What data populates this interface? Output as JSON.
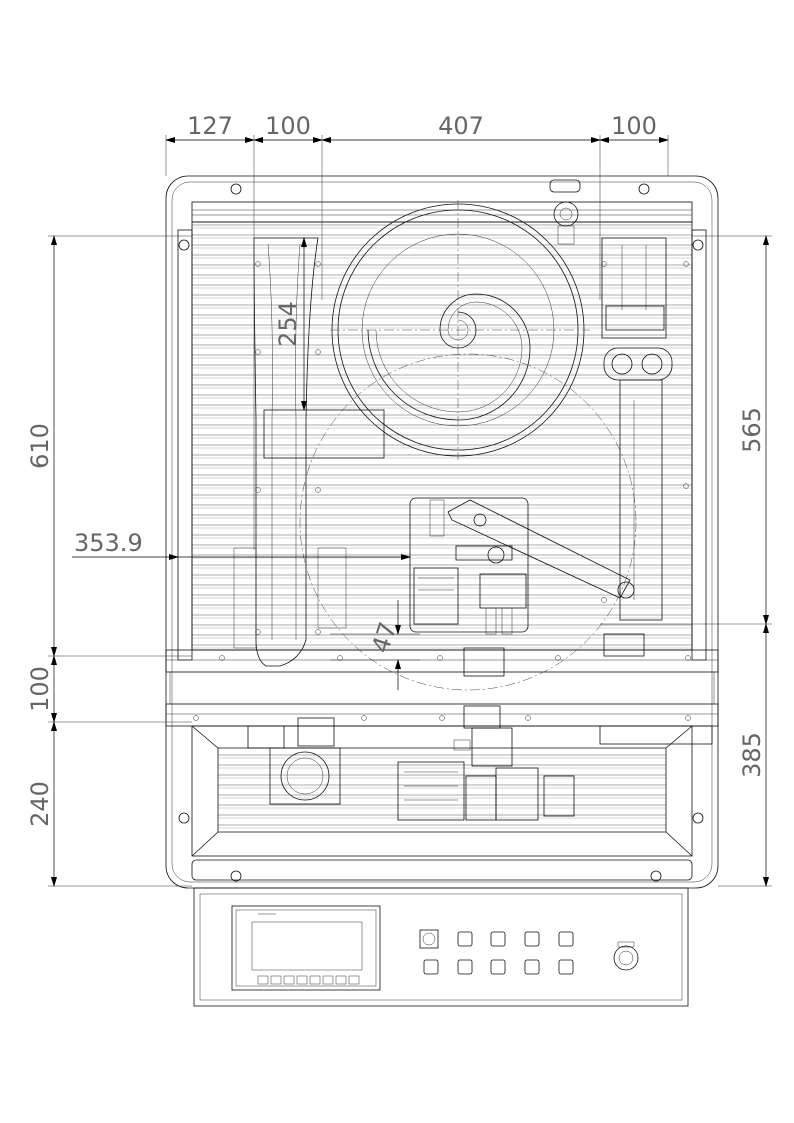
{
  "dimensions": {
    "top_1": "127",
    "top_2": "100",
    "top_3": "407",
    "top_4": "100",
    "left_upper": "610",
    "left_middle": "100",
    "left_lower": "240",
    "right_upper": "565",
    "right_lower": "385",
    "inner_254": "254",
    "inner_353_9": "353.9",
    "inner_47": "47"
  }
}
